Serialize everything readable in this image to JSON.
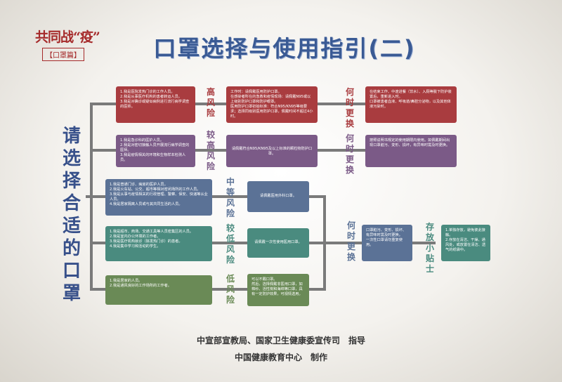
{
  "logo": {
    "main": "共同战“疫”",
    "sub": "【口罩篇】"
  },
  "title": "口罩选择与使用指引(二)",
  "side_title": "请选择合适的口罩",
  "rows": [
    {
      "who": [
        "1.我是医院发热门诊的工作人员。",
        "2.我是从事医疗机构的患者转运人员。",
        "3.我是对确诊或疑似病例进行流行病学调查的医师。"
      ],
      "risk": "高风险",
      "mask": [
        "工作时：请佩戴医用防护口罩。",
        "在感染者所在的急救和疫情现场：请佩戴N95或以上级别防护口罩和防护眼罩。",
        "医用防护口罩初始标准：符合N95/KN95等级要求；选择同级别医用防护口罩，佩戴时间不超过4小时。"
      ],
      "when": "何时更换",
      "change": [
        "在结束工作、中途进餐（饮水）、入厕等脱下防护装置后，重新进入时。",
        "口罩被患者血液、呼吸道/鼻腔分泌物，以及其他体液污染时。"
      ]
    },
    {
      "who": [
        "1.我是急诊科的医护人员。",
        "2.我是对密切接触人员开展流行病学调查的医师。",
        "3.我是疫情相关的环境和生物样本检测人员。"
      ],
      "risk": "较高风险",
      "mask": [
        "请佩戴符合N95/KN95及以上标准的颗粒物防护口罩。"
      ],
      "when": "何时更换",
      "change": [
        "按照说明书规定的使用期限内使用。如佩戴期间出现口罩脏污、变形、损坏，有异味时需及时更换。"
      ]
    },
    {
      "who": [
        "1.我是普通门诊、病房的医护人员。",
        "2.我是火车站、公交、超市等相对密闭场所的工作人员。",
        "3.我是从事与疫情相关的行政管理、警察、保安、快递等从业人员。",
        "4.我是居家隔离人员或与其共同生活的人员。"
      ],
      "risk": "中等风险",
      "mask": [
        "请佩戴医用外科口罩。"
      ]
    },
    {
      "who": [
        "1.我是超市、商场、交通工具等人员密集区的人员。",
        "2.我是室内办公环境的工作者。",
        "3.我是医疗机构就诊（除发热门诊）的患者。",
        "4.我是集中学习和活动的学生。"
      ],
      "risk": "较低风险",
      "mask": [
        "请佩戴一次性使用医用口罩。"
      ]
    },
    {
      "who": [
        "1.我是居家的人员。",
        "2.我是通风良好的工作场所的工作者。"
      ],
      "risk": "低风险",
      "mask": [
        "可以不戴口罩。",
        "然后，选择佩戴非医用口罩，如棉纱、活性炭和海绵等口罩，具有一定防护效果，可视情选用。"
      ]
    }
  ],
  "shared_when": "何时更换",
  "shared_change": [
    "口罩脏污、变形、损坏、有异味时需及时更换。",
    "一次性口罩请勿重复使用。"
  ],
  "tips_label": "存放小贴士",
  "tips": [
    "1.单独存放，避免彼此接触。",
    "2.存放在清洁、干燥、通风处，或放置在清洁、透气的纸袋中。"
  ],
  "footer": {
    "line1": "中宣部宣教局、国家卫生健康委宣传司　指导",
    "line2": "中国健康教育中心　制作"
  }
}
